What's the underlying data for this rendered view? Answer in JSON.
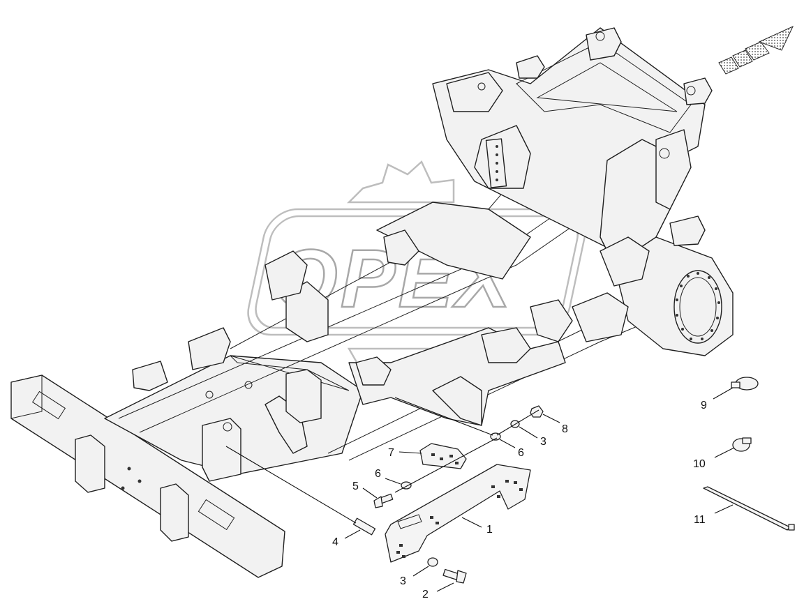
{
  "watermark": {
    "text": "OPEX"
  },
  "callouts": [
    {
      "id": "1",
      "label": "1"
    },
    {
      "id": "2",
      "label": "2"
    },
    {
      "id": "3a",
      "label": "3"
    },
    {
      "id": "3b",
      "label": "3"
    },
    {
      "id": "4",
      "label": "4"
    },
    {
      "id": "5",
      "label": "5"
    },
    {
      "id": "6a",
      "label": "6"
    },
    {
      "id": "6b",
      "label": "6"
    },
    {
      "id": "7",
      "label": "7"
    },
    {
      "id": "8",
      "label": "8"
    },
    {
      "id": "9",
      "label": "9"
    },
    {
      "id": "10",
      "label": "10"
    },
    {
      "id": "11",
      "label": "11"
    }
  ],
  "icons": {
    "direction": "forward-direction-arrow-icon"
  }
}
